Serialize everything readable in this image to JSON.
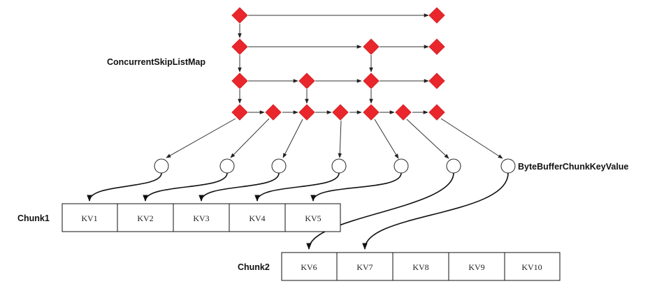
{
  "labels": {
    "skiplist": "ConcurrentSkipListMap",
    "keyvalue": "ByteBufferChunkKeyValue",
    "chunk1": "Chunk1",
    "chunk2": "Chunk2"
  },
  "chunk1": [
    "KV1",
    "KV2",
    "KV3",
    "KV4",
    "KV5"
  ],
  "chunk2": [
    "KV6",
    "KV7",
    "KV8",
    "KV9",
    "KV10"
  ],
  "colors": {
    "node": "#e8262b",
    "line": "#333333"
  }
}
